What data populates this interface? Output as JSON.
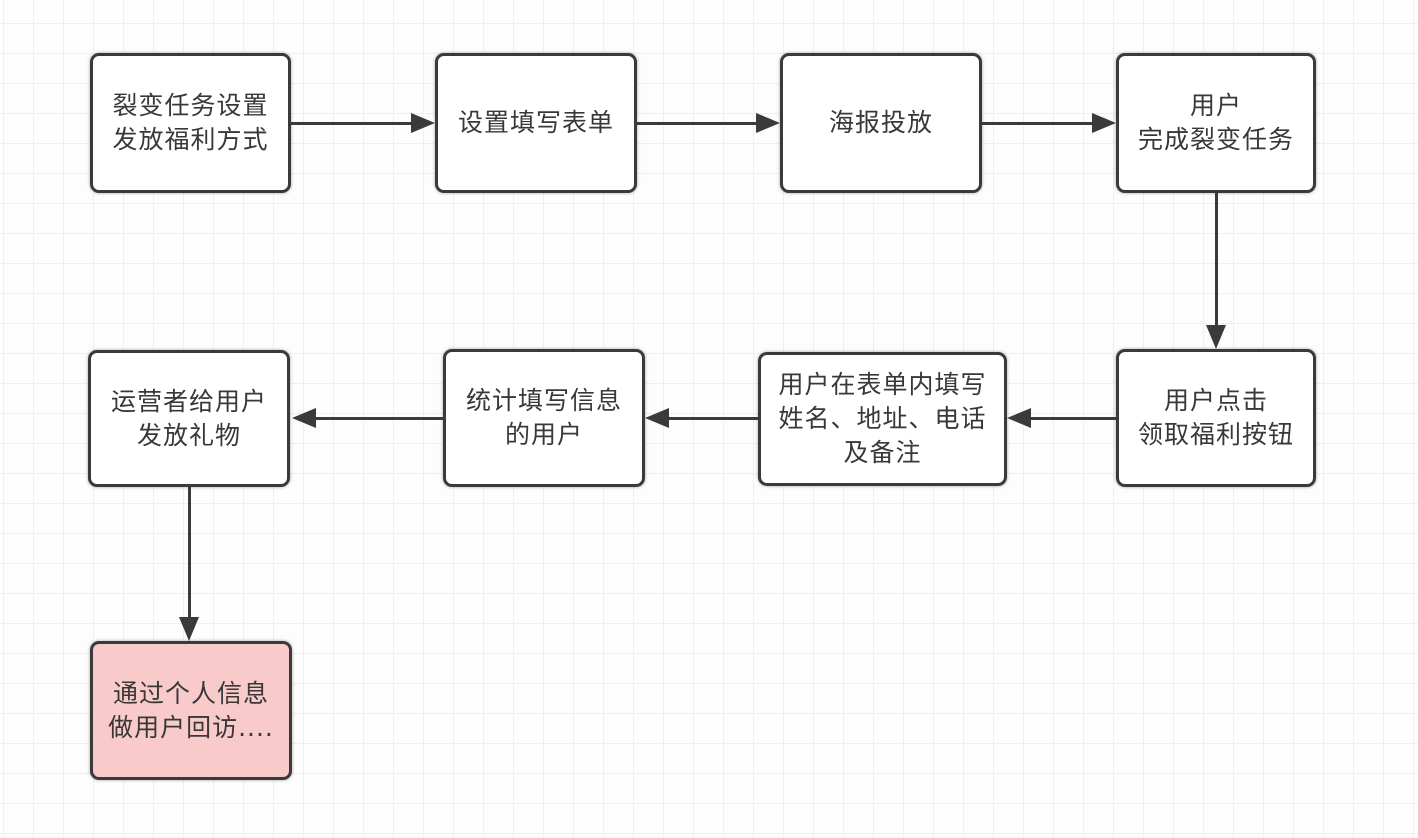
{
  "diagram": {
    "type": "flowchart",
    "language": "zh-CN",
    "description_visible": false
  },
  "colors": {
    "background": "#fdfdfd",
    "grid_line": "#efefef",
    "node_fill": "#ffffff",
    "node_border": "#3a3a3a",
    "highlight_fill": "#f9caca",
    "arrow": "#3a3a3a",
    "text": "#383838"
  },
  "nodes": [
    {
      "id": "fission-task-benefit-setup",
      "text": "裂变任务设置\n发放福利方式",
      "style": "normal"
    },
    {
      "id": "setup-form",
      "text": "设置填写表单",
      "style": "normal"
    },
    {
      "id": "poster-distribution",
      "text": "海报投放",
      "style": "normal"
    },
    {
      "id": "user-completes-task",
      "text": "用户\n完成裂变任务",
      "style": "normal"
    },
    {
      "id": "user-clicks-claim-button",
      "text": "用户点击\n领取福利按钮",
      "style": "normal"
    },
    {
      "id": "user-fills-form",
      "text": "用户在表单内填写\n姓名、地址、电话\n及备注",
      "style": "normal"
    },
    {
      "id": "count-form-users",
      "text": "统计填写信息\n的用户",
      "style": "normal"
    },
    {
      "id": "operator-sends-gifts",
      "text": "运营者给用户\n发放礼物",
      "style": "normal"
    },
    {
      "id": "user-followup",
      "text": "通过个人信息\n做用户回访....",
      "style": "highlight"
    }
  ],
  "connections": [
    {
      "from": "fission-task-benefit-setup",
      "to": "setup-form",
      "direction": "right"
    },
    {
      "from": "setup-form",
      "to": "poster-distribution",
      "direction": "right"
    },
    {
      "from": "poster-distribution",
      "to": "user-completes-task",
      "direction": "right"
    },
    {
      "from": "user-completes-task",
      "to": "user-clicks-claim-button",
      "direction": "down"
    },
    {
      "from": "user-clicks-claim-button",
      "to": "user-fills-form",
      "direction": "left"
    },
    {
      "from": "user-fills-form",
      "to": "count-form-users",
      "direction": "left"
    },
    {
      "from": "count-form-users",
      "to": "operator-sends-gifts",
      "direction": "left"
    },
    {
      "from": "operator-sends-gifts",
      "to": "user-followup",
      "direction": "down"
    }
  ]
}
